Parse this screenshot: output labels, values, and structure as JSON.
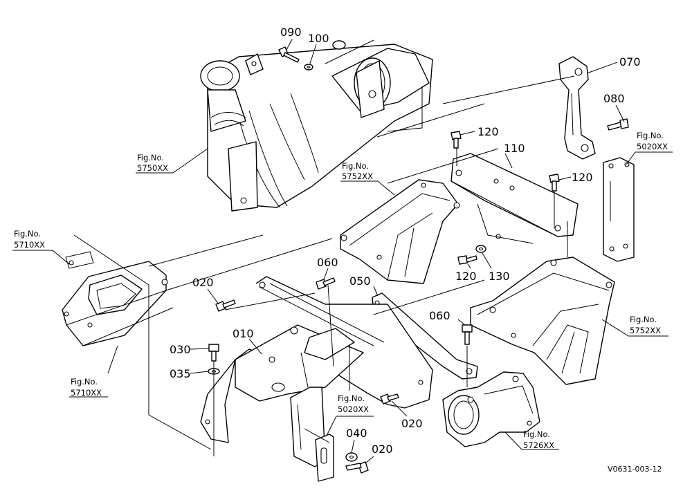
{
  "diagram": {
    "part_numbers": {
      "p010": "010",
      "p020a": "020",
      "p020b": "020",
      "p020c": "020",
      "p030": "030",
      "p035": "035",
      "p040": "040",
      "p050": "050",
      "p060a": "060",
      "p060b": "060",
      "p070": "070",
      "p080": "080",
      "p090": "090",
      "p100": "100",
      "p110": "110",
      "p120a": "120",
      "p120b": "120",
      "p120c": "120",
      "p130": "130"
    },
    "fig_refs": {
      "fig_prefix": "Fig.No.",
      "f5750": "5750XX",
      "f5752a": "5752XX",
      "f5752b": "5752XX",
      "f5710a": "5710XX",
      "f5710b": "5710XX",
      "f5020a": "5020XX",
      "f5020b": "5020XX",
      "f5726": "5726XX"
    },
    "drawing_code": "V0631-003-12"
  }
}
